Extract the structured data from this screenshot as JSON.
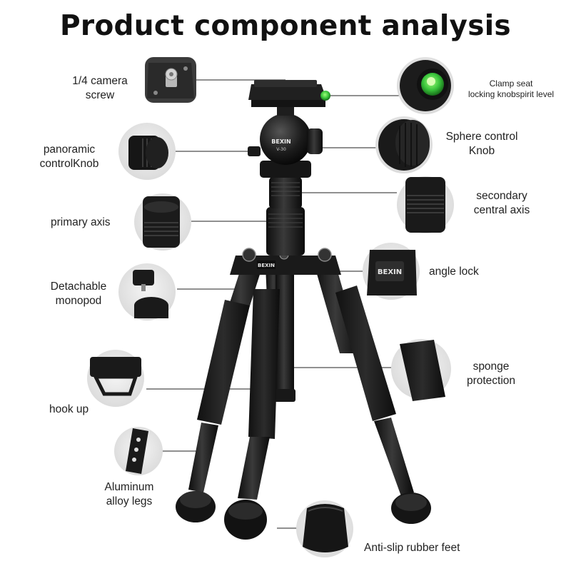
{
  "title": "Product component analysis",
  "components": {
    "camera_screw": {
      "line1": "1/4 camera",
      "line2": "screw"
    },
    "spirit_level": {
      "line1": "Clamp seat",
      "line2": "locking knobspirit level"
    },
    "panoramic_knob": {
      "line1": "panoramic",
      "line2": "controlKnob"
    },
    "sphere_knob": {
      "line1": "Sphere control",
      "line2": "Knob"
    },
    "primary_axis": {
      "line1": "primary axis"
    },
    "central_axis": {
      "line1": "secondary",
      "line2": "central axis"
    },
    "monopod": {
      "line1": "Detachable",
      "line2": "monopod"
    },
    "angle_lock": {
      "line1": "angle lock"
    },
    "sponge": {
      "line1": "sponge",
      "line2": "protection"
    },
    "hook": {
      "line1": "hook up"
    },
    "legs": {
      "line1": "Aluminum",
      "line2": "alloy legs"
    },
    "feet": {
      "line1": "Anti-slip rubber feet"
    }
  },
  "brand": {
    "name": "BEXIN",
    "model": "V-30"
  },
  "colors": {
    "accent_green": "#38c23a",
    "metal_black": "#1b1b1b"
  }
}
